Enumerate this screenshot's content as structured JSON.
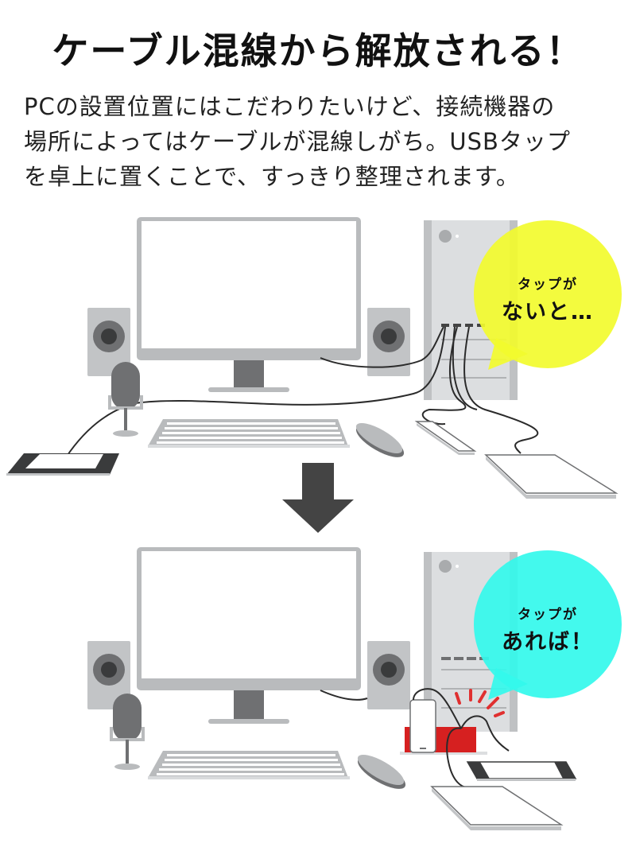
{
  "heading": {
    "title": "ケーブル混線から解放される！"
  },
  "description": {
    "lines": [
      "PCの設置位置にはこだわりたいけど、接続機器の",
      "場所によってはケーブルが混線しがち。USBタップ",
      "を卓上に置くことで、すっきり整理されます。"
    ]
  },
  "scene_before": {
    "bubble": {
      "line1": "タップが",
      "line2": "ないと…",
      "color": "#f2fb2e"
    }
  },
  "scene_after": {
    "bubble": {
      "line1": "タップが",
      "line2": "あれば！",
      "color": "#33f9ec"
    },
    "usb_hub_color": "#d62020"
  },
  "arrow": {
    "icon": "down-arrow-icon",
    "color": "#444444"
  },
  "colors": {
    "device_light": "#c8cacc",
    "device_mid": "#a9abad",
    "device_dark": "#6f7072",
    "device_darkest": "#3a3b3c",
    "tower": "#dcdee0",
    "cable": "#2b2b2b"
  }
}
